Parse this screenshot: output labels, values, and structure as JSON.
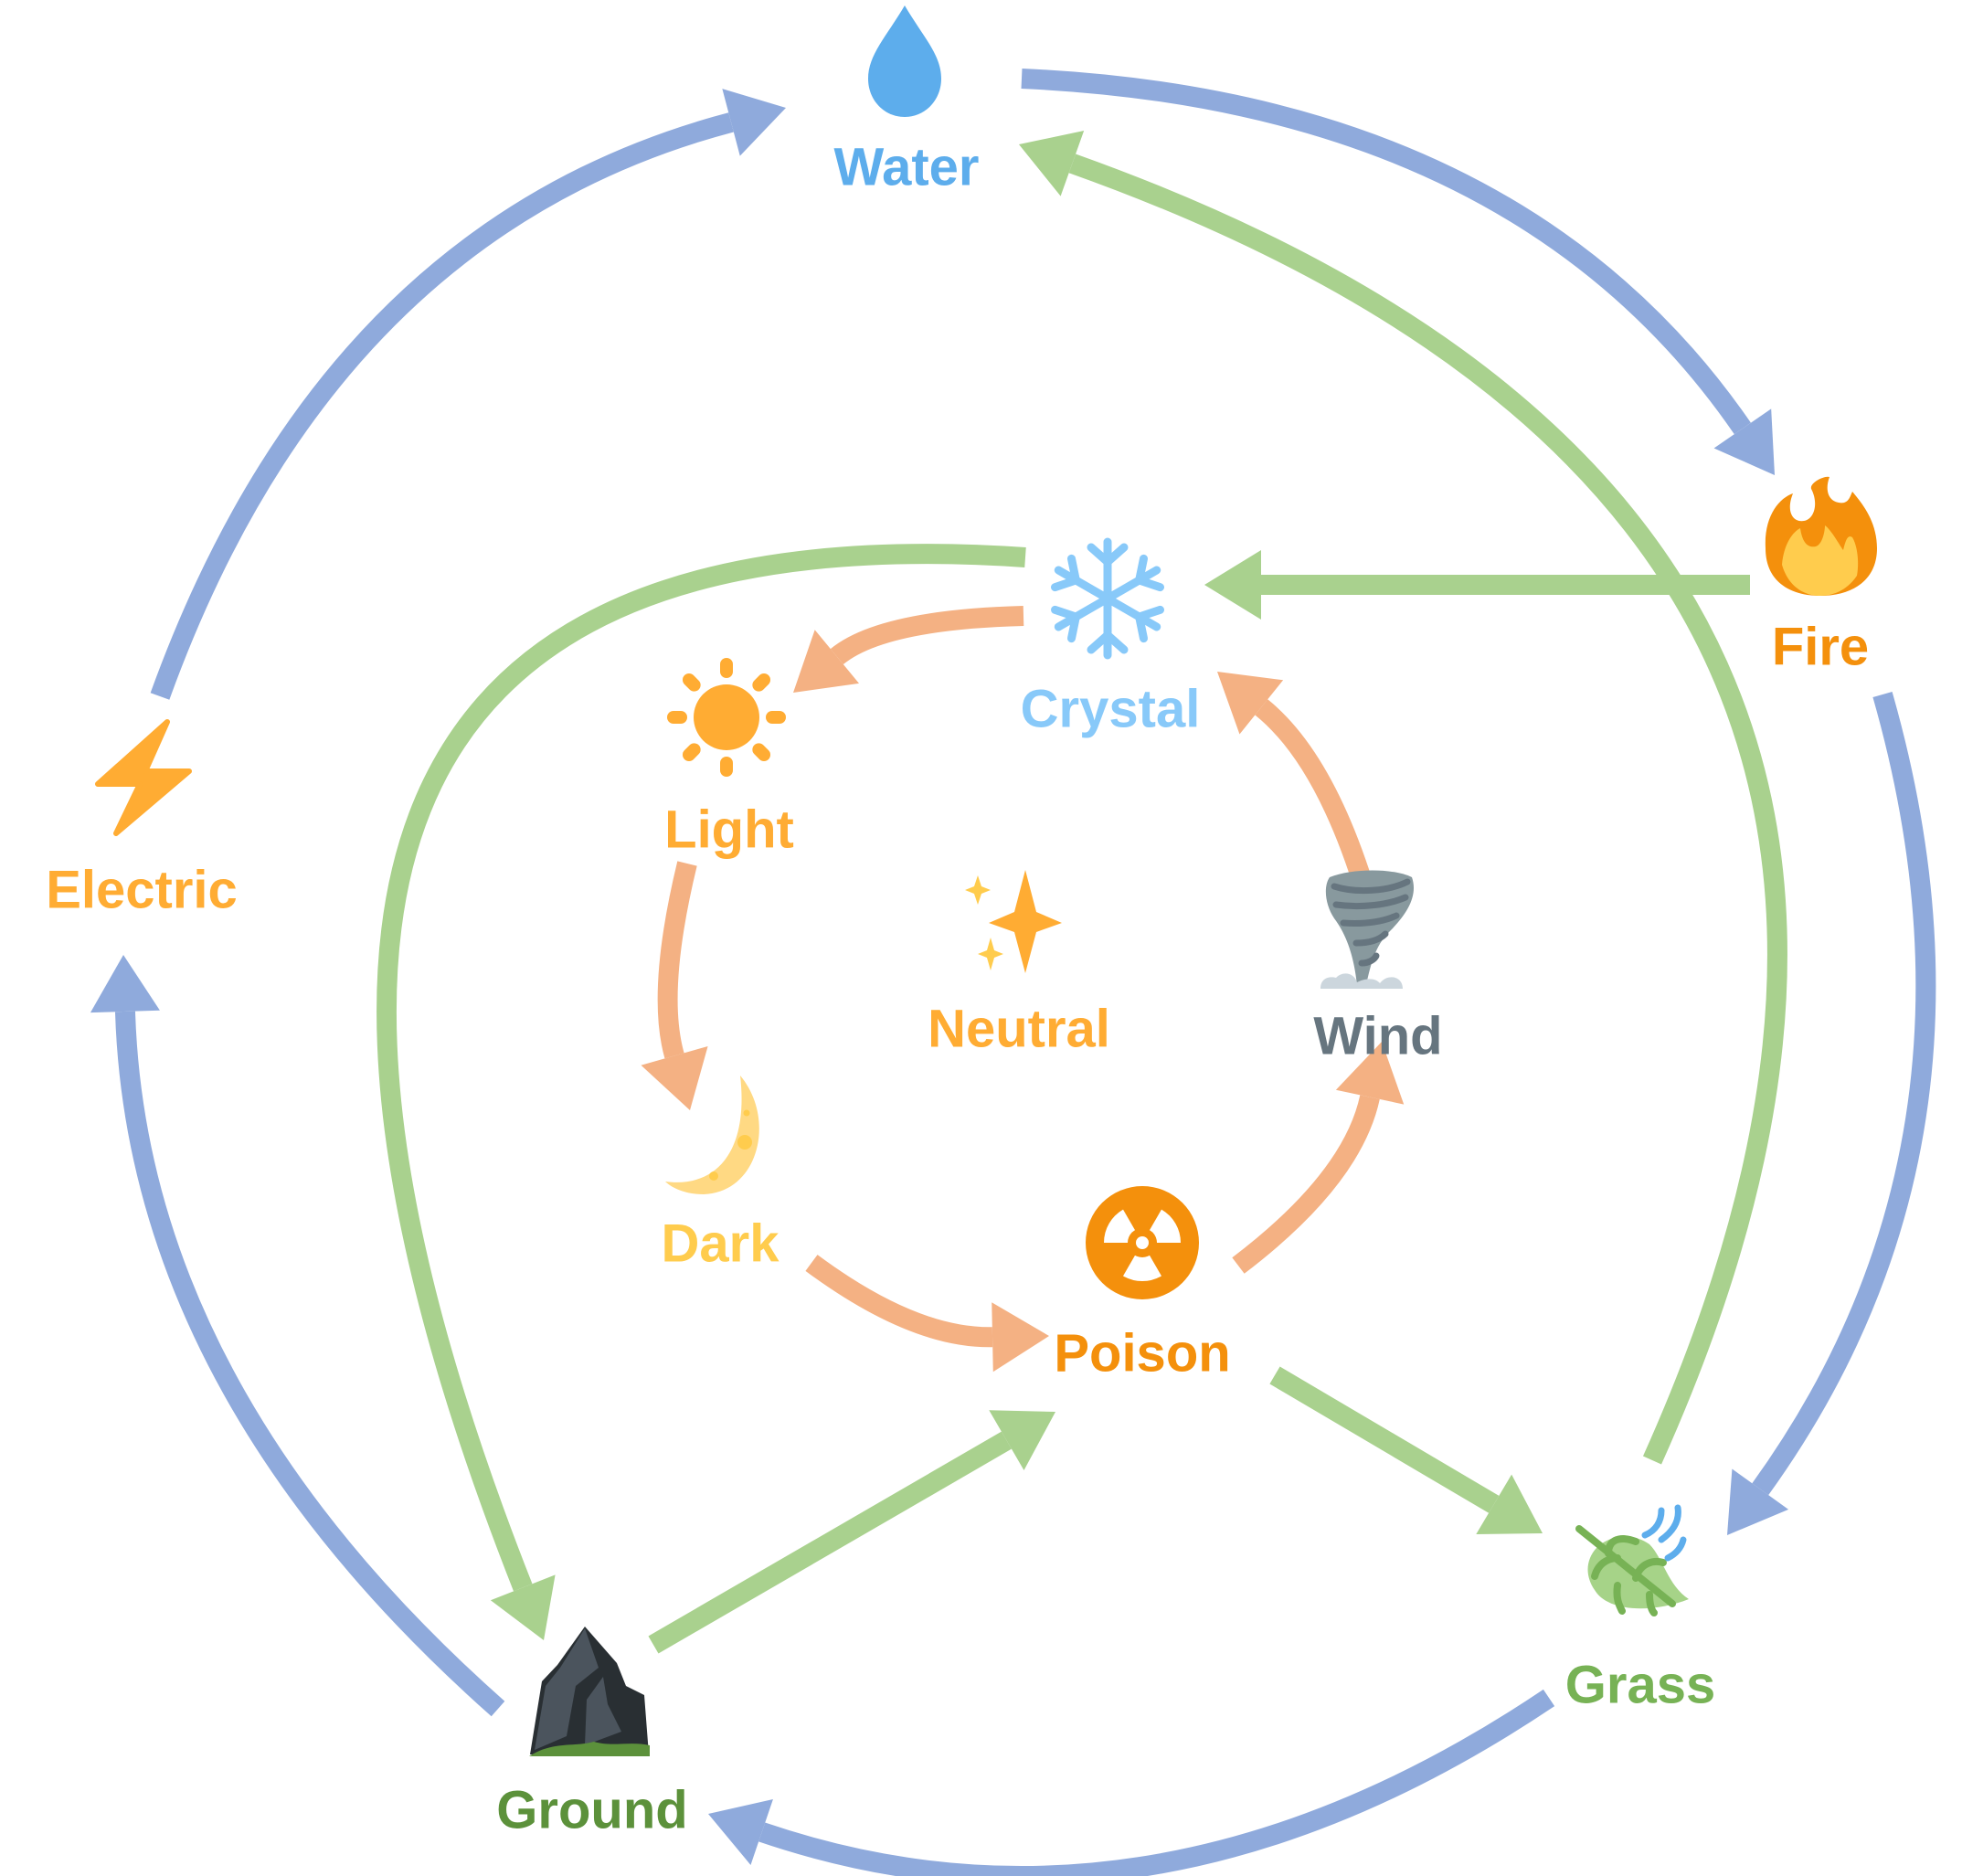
{
  "title": "Type effectiveness cycle",
  "colors": {
    "cycle_outer": "#8FAADC",
    "cycle_middle": "#A9D18E",
    "cycle_inner": "#F4B183"
  },
  "nodes": [
    {
      "id": "water",
      "label": "Water",
      "icon": "water-drop-icon",
      "color": "#5DADEC"
    },
    {
      "id": "fire",
      "label": "Fire",
      "icon": "fire-icon",
      "color": "#F4900C"
    },
    {
      "id": "grass",
      "label": "Grass",
      "icon": "leaf-icon",
      "color": "#77B255"
    },
    {
      "id": "ground",
      "label": "Ground",
      "icon": "mountain-icon",
      "color": "#5C913B"
    },
    {
      "id": "electric",
      "label": "Electric",
      "icon": "lightning-icon",
      "color": "#FFAC33"
    },
    {
      "id": "crystal",
      "label": "Crystal",
      "icon": "snowflake-icon",
      "color": "#88C9F9"
    },
    {
      "id": "light",
      "label": "Light",
      "icon": "sun-icon",
      "color": "#FFAC33"
    },
    {
      "id": "dark",
      "label": "Dark",
      "icon": "crescent-moon-icon",
      "color": "#FFCC4D"
    },
    {
      "id": "poison",
      "label": "Poison",
      "icon": "radioactive-icon",
      "color": "#F4900C"
    },
    {
      "id": "wind",
      "label": "Wind",
      "icon": "tornado-icon",
      "color": "#66757F"
    },
    {
      "id": "neutral",
      "label": "Neutral",
      "icon": "sparkles-icon",
      "color": "#FFAC33"
    }
  ],
  "edges": [
    {
      "from": "water",
      "to": "fire",
      "group": "cycle_outer"
    },
    {
      "from": "fire",
      "to": "grass",
      "group": "cycle_outer"
    },
    {
      "from": "grass",
      "to": "ground",
      "group": "cycle_outer"
    },
    {
      "from": "ground",
      "to": "electric",
      "group": "cycle_outer"
    },
    {
      "from": "electric",
      "to": "water",
      "group": "cycle_outer"
    },
    {
      "from": "grass",
      "to": "water",
      "group": "cycle_middle"
    },
    {
      "from": "fire",
      "to": "crystal",
      "group": "cycle_middle"
    },
    {
      "from": "crystal",
      "to": "ground",
      "group": "cycle_middle"
    },
    {
      "from": "ground",
      "to": "poison",
      "group": "cycle_middle"
    },
    {
      "from": "poison",
      "to": "grass",
      "group": "cycle_middle"
    },
    {
      "from": "crystal",
      "to": "light",
      "group": "cycle_inner"
    },
    {
      "from": "light",
      "to": "dark",
      "group": "cycle_inner"
    },
    {
      "from": "dark",
      "to": "poison",
      "group": "cycle_inner"
    },
    {
      "from": "poison",
      "to": "wind",
      "group": "cycle_inner"
    },
    {
      "from": "wind",
      "to": "crystal",
      "group": "cycle_inner"
    }
  ]
}
